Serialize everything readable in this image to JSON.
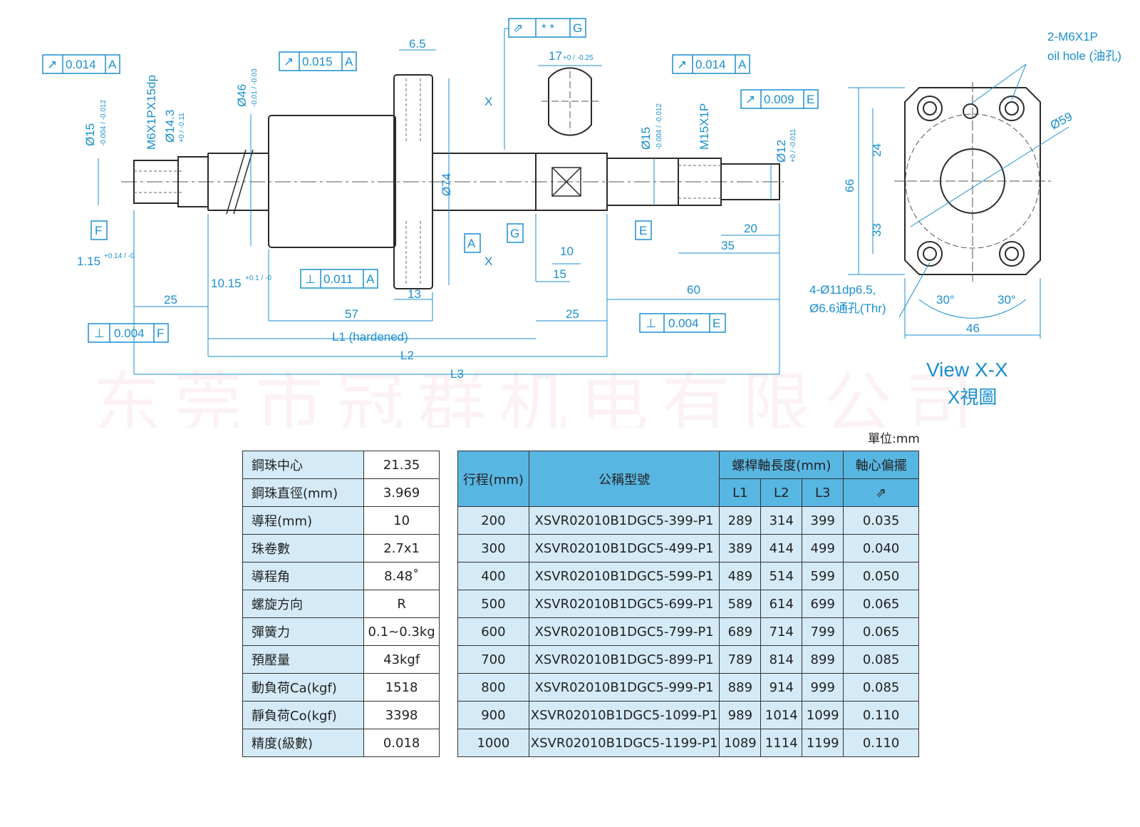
{
  "drawing": {
    "view_title": "View X-X",
    "view_subtitle": "X視圖",
    "watermark": "东莞市冠群机电有限公司",
    "fcf": {
      "runout_left": {
        "value": "0.014",
        "datum": "A"
      },
      "runout_mid": {
        "value": "0.015",
        "datum": "A"
      },
      "total_runout": {
        "value": "* *",
        "datum": "G"
      },
      "runout_right": {
        "value": "0.014",
        "datum": "A"
      },
      "runout_e": {
        "value": "0.009",
        "datum": "E"
      },
      "perp_a": {
        "value": "0.011",
        "datum": "A"
      },
      "perp_f": {
        "value": "0.004",
        "datum": "F"
      },
      "perp_e": {
        "value": "0.004",
        "datum": "E"
      }
    },
    "datums": {
      "f": "F",
      "a": "A",
      "g": "G",
      "e": "E"
    },
    "dims": {
      "d_6_5": "6.5",
      "d_17": "17",
      "d_17_tol": "+0 / -0.25",
      "d_46": "Ø46",
      "d_46_tol": "-0.01 / -0.03",
      "d_15_left": "Ø15",
      "d_15_left_tol": "-0.004 / -0.012",
      "d_m6": "M6X1PX15dp",
      "d_14_3": "Ø14.3",
      "d_14_3_tol": "+0 / -0.11",
      "d_74": "Ø74",
      "d_15_right": "Ø15",
      "d_15_right_tol": "-0.004 / -0.012",
      "d_m15": "M15X1P",
      "d_12": "Ø12",
      "d_12_tol": "+0 / -0.011",
      "d_1_15": "1.15",
      "d_1_15_tol": "+0.14 / -0",
      "d_10_15": "10.15",
      "d_10_15_tol": "+0.1 / -0",
      "d_25_left": "25",
      "d_57": "57",
      "d_13": "13",
      "d_10": "10",
      "d_15": "15",
      "d_20": "20",
      "d_35": "35",
      "d_60": "60",
      "d_25_right": "25",
      "l1": "L1 (hardened)",
      "l2": "L2",
      "l3": "L3",
      "x_top": "X",
      "x_bottom": "X"
    },
    "view": {
      "oil_hole_1": "2-M6X1P",
      "oil_hole_2": "oil hole (油孔)",
      "d_59": "Ø59",
      "d_66": "66",
      "d_24": "24",
      "d_33": "33",
      "d_46": "46",
      "holes_1": "4-Ø11dp6.5,",
      "holes_2": "Ø6.6通孔(Thr)",
      "ang_left": "30°",
      "ang_right": "30°"
    }
  },
  "unit_label": "單位:mm",
  "spec_table": [
    {
      "k": "鋼珠中心",
      "v": "21.35"
    },
    {
      "k": "鋼珠直徑(mm)",
      "v": "3.969"
    },
    {
      "k": "導程(mm)",
      "v": "10"
    },
    {
      "k": "珠卷數",
      "v": "2.7x1"
    },
    {
      "k": "導程角",
      "v": "8.48˚"
    },
    {
      "k": "螺旋方向",
      "v": "R"
    },
    {
      "k": "彈簧力",
      "v": "0.1~0.3kg"
    },
    {
      "k": "預壓量",
      "v": "43kgf"
    },
    {
      "k": "動負荷Ca(kgf)",
      "v": "1518"
    },
    {
      "k": "靜負荷Co(kgf)",
      "v": "3398"
    },
    {
      "k": "精度(級數)",
      "v": "0.018"
    }
  ],
  "model_table": {
    "headers": {
      "stroke": "行程(mm)",
      "model": "公稱型號",
      "length": "螺桿軸長度(mm)",
      "runout": "軸心偏擺",
      "l1": "L1",
      "l2": "L2",
      "l3": "L3"
    },
    "rows": [
      {
        "stroke": "200",
        "model": "XSVR02010B1DGC5-399-P1",
        "l1": "289",
        "l2": "314",
        "l3": "399",
        "runout": "0.035"
      },
      {
        "stroke": "300",
        "model": "XSVR02010B1DGC5-499-P1",
        "l1": "389",
        "l2": "414",
        "l3": "499",
        "runout": "0.040"
      },
      {
        "stroke": "400",
        "model": "XSVR02010B1DGC5-599-P1",
        "l1": "489",
        "l2": "514",
        "l3": "599",
        "runout": "0.050"
      },
      {
        "stroke": "500",
        "model": "XSVR02010B1DGC5-699-P1",
        "l1": "589",
        "l2": "614",
        "l3": "699",
        "runout": "0.065"
      },
      {
        "stroke": "600",
        "model": "XSVR02010B1DGC5-799-P1",
        "l1": "689",
        "l2": "714",
        "l3": "799",
        "runout": "0.065"
      },
      {
        "stroke": "700",
        "model": "XSVR02010B1DGC5-899-P1",
        "l1": "789",
        "l2": "814",
        "l3": "899",
        "runout": "0.085"
      },
      {
        "stroke": "800",
        "model": "XSVR02010B1DGC5-999-P1",
        "l1": "889",
        "l2": "914",
        "l3": "999",
        "runout": "0.085"
      },
      {
        "stroke": "900",
        "model": "XSVR02010B1DGC5-1099-P1",
        "l1": "989",
        "l2": "1014",
        "l3": "1099",
        "runout": "0.110"
      },
      {
        "stroke": "1000",
        "model": "XSVR02010B1DGC5-1199-P1",
        "l1": "1089",
        "l2": "1114",
        "l3": "1199",
        "runout": "0.110"
      }
    ]
  },
  "colors": {
    "dim": "#1a8fd0",
    "header": "#58b6e2",
    "cell": "#d4eaf7",
    "outline": "#333333",
    "watermark": "#d8132a"
  }
}
